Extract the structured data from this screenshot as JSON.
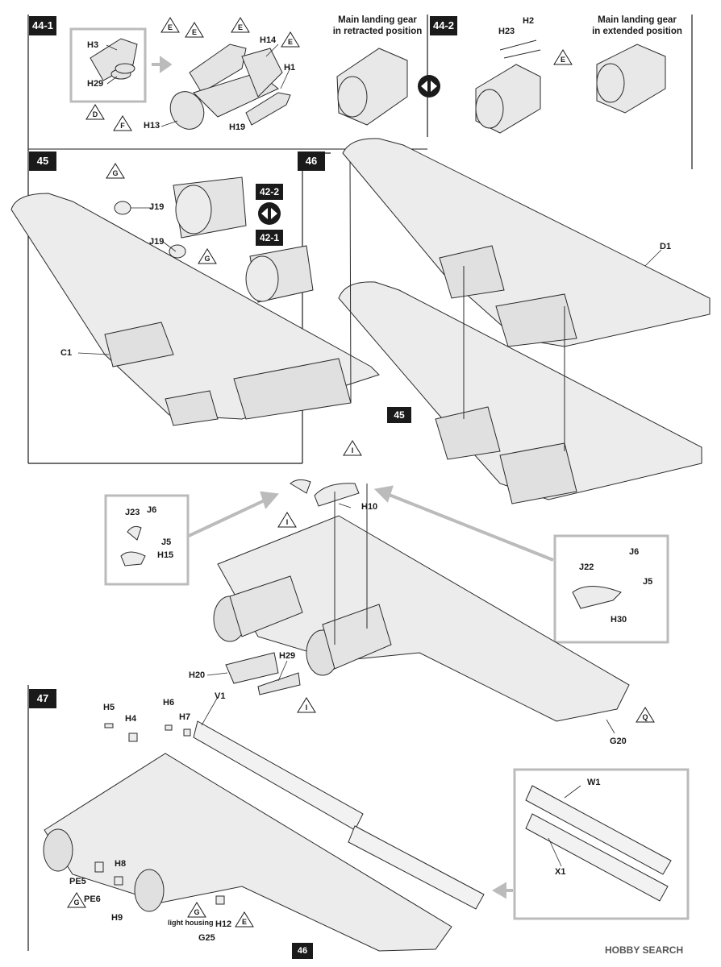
{
  "steps": {
    "s441": "44-1",
    "s442": "44-2",
    "s45": "45",
    "s46": "46",
    "s47": "47",
    "ref45": "45",
    "ref421": "42-1",
    "ref422": "42-2"
  },
  "captions": {
    "retracted_line1": "Main landing gear",
    "retracted_line2": "in retracted position",
    "extended_line1": "Main landing gear",
    "extended_line2": "in extended position"
  },
  "parts": {
    "H3": "H3",
    "H29a": "H29",
    "H14": "H14",
    "H1": "H1",
    "H13": "H13",
    "H19": "H19",
    "H2": "H2",
    "H23": "H23",
    "J19a": "J19",
    "J19b": "J19",
    "C1": "C1",
    "D1": "D1",
    "J23": "J23",
    "J6a": "J6",
    "J5a": "J5",
    "H15": "H15",
    "H10": "H10",
    "J22": "J22",
    "J6b": "J6",
    "J5b": "J5",
    "H30": "H30",
    "H20": "H20",
    "H29b": "H29",
    "G20": "G20",
    "H5": "H5",
    "H4": "H4",
    "H6": "H6",
    "H7": "H7",
    "V1": "V1",
    "W1": "W1",
    "X1": "X1",
    "H8": "H8",
    "PE5": "PE5",
    "PE6": "PE6",
    "H9": "H9",
    "H12": "H12",
    "G25": "G25"
  },
  "markers": {
    "E": "E",
    "D": "D",
    "F": "F",
    "G": "G",
    "I": "I",
    "Q": "Q"
  },
  "notes": {
    "light_housing": "light housing"
  },
  "page_number": "46",
  "watermark": "HOBBY SEARCH",
  "icons": [
    "arrow-icon",
    "swap-icon",
    "triangle-marker-icon"
  ]
}
